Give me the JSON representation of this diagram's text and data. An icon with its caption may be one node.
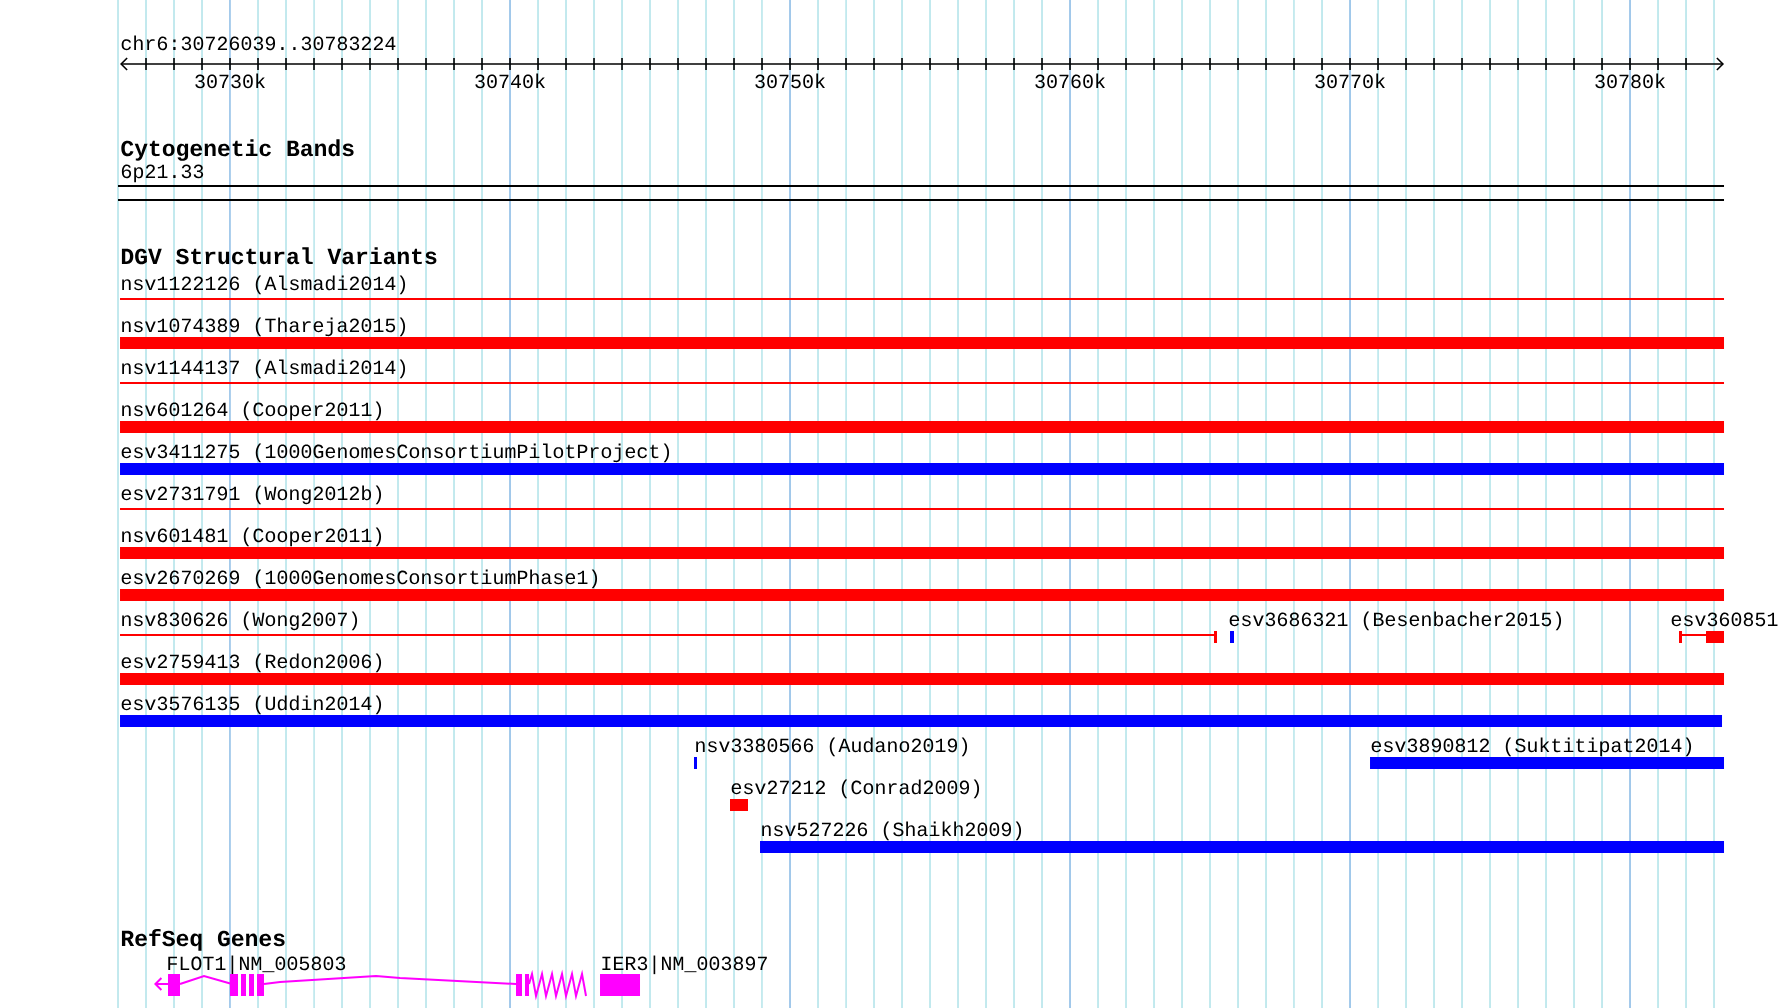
{
  "diagram": {
    "title": "chr6:30726039..30783224",
    "labels": [
      "30730k",
      "30740k",
      "30750k",
      "30760k",
      "30770k",
      "30780k",
      "Cytogenetic Bands",
      "6p21.33",
      "DGV Structural Variants",
      "nsv1122126 (Alsmadi2014)",
      "nsv1074389 (Thareja2015)",
      "nsv1144137 (Alsmadi2014)",
      "nsv601264 (Cooper2011)",
      "esv3411275 (1000GenomesConsortiumPilotProject)",
      "esv2731791 (Wong2012b)",
      "nsv601481 (Cooper2011)",
      "esv2670269 (1000GenomesConsortiumPhase1)",
      "nsv830626 (Wong2007)",
      "esv3686321 (Besenbacher2015)",
      "esv360851",
      "esv2759413 (Redon2006)",
      "esv3576135 (Uddin2014)",
      "nsv3380566 (Audano2019)",
      "esv3890812 (Suktitipat2014)",
      "esv27212 (Conrad2009)",
      "nsv527226 (Shaikh2009)",
      "RefSeq Genes",
      "FLOT1|NM_005803",
      "IER3|NM_003897"
    ]
  }
}
